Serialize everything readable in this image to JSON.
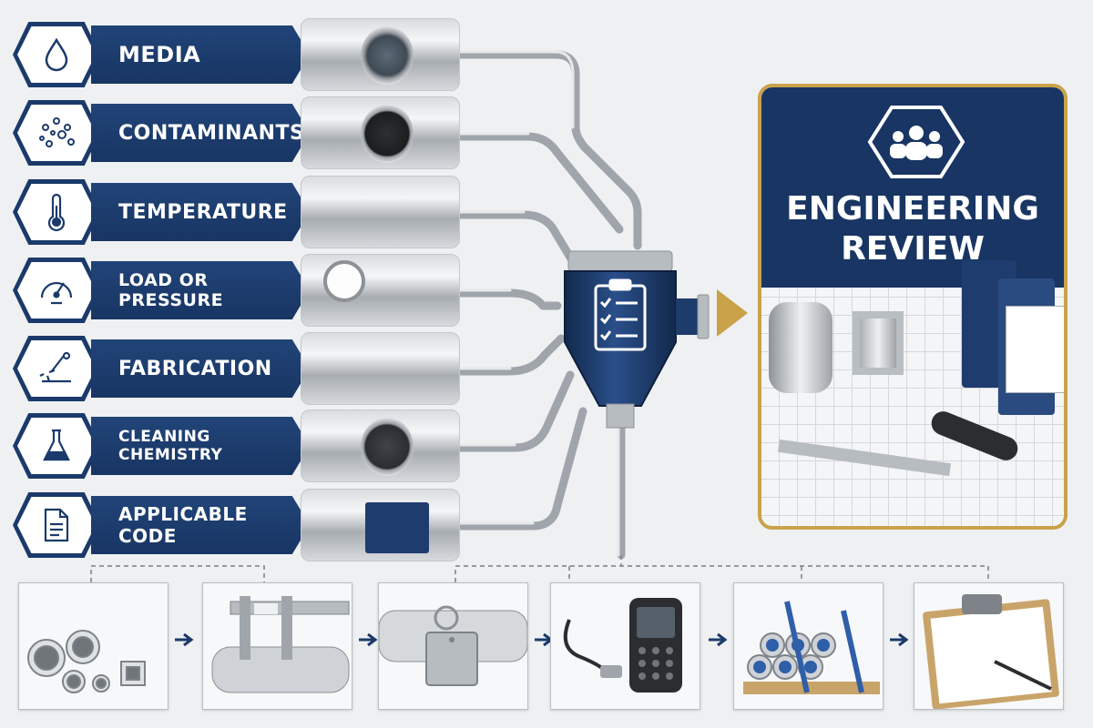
{
  "inputs": [
    {
      "label": "MEDIA",
      "icon": "droplet-icon"
    },
    {
      "label": "CONTAMINANTS",
      "icon": "particles-icon"
    },
    {
      "label": "TEMPERATURE",
      "icon": "thermometer-icon"
    },
    {
      "label": "LOAD OR PRESSURE",
      "icon": "gauge-icon"
    },
    {
      "label": "FABRICATION",
      "icon": "welding-torch-icon"
    },
    {
      "label": "CLEANING CHEMISTRY",
      "icon": "flask-icon"
    },
    {
      "label": "APPLICABLE CODE",
      "icon": "document-icon"
    }
  ],
  "hopper": {
    "icon": "checklist-icon"
  },
  "review": {
    "title_line1": "ENGINEERING",
    "title_line2": "REVIEW",
    "icon": "team-icon"
  },
  "steps": [
    {
      "icon": "pipe-stock-icon"
    },
    {
      "icon": "caliper-icon"
    },
    {
      "icon": "tag-icon"
    },
    {
      "icon": "meter-icon"
    },
    {
      "icon": "bundle-icon"
    },
    {
      "icon": "clipboard-icon"
    }
  ],
  "colors": {
    "navy": "#183563",
    "gold": "#c9a24a",
    "steel": "#b7bcc1"
  }
}
